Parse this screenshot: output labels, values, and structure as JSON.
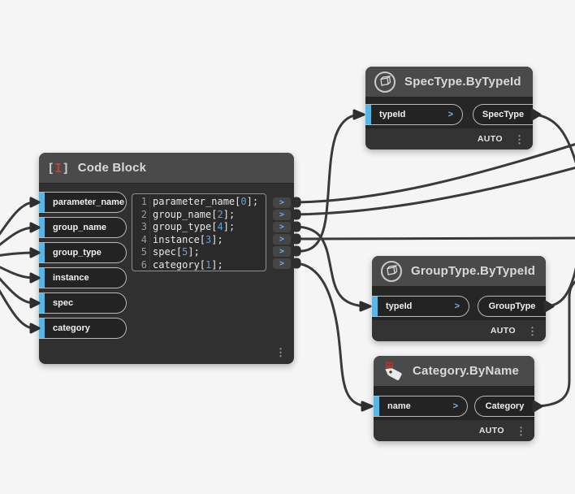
{
  "app": "Dynamo visual programming graph",
  "glyphs": {
    "chevron": ">",
    "menu_dots": "⋮"
  },
  "colors": {
    "canvas": "#f5f5f5",
    "wire": "#3a3a3a",
    "node_header": "#4a4a4a",
    "node_body": "#303030",
    "fn_node_body": "#262626",
    "node_footer": "#333333",
    "port_accent_blue": "#58b5e4",
    "code_index_blue": "#6b9bd2",
    "cursor_red": "#b5453c"
  },
  "code_block": {
    "title": "Code Block",
    "icon_open": "[",
    "icon_cursor": "I",
    "icon_close": "]",
    "inputs": [
      "parameter_name",
      "group_name",
      "group_type",
      "instance",
      "spec",
      "category"
    ],
    "code_lines": [
      {
        "num": "1",
        "text": "parameter_name[",
        "index": "0",
        "suffix": "];"
      },
      {
        "num": "2",
        "text": "group_name[",
        "index": "2",
        "suffix": "];"
      },
      {
        "num": "3",
        "text": "group_type[",
        "index": "4",
        "suffix": "];"
      },
      {
        "num": "4",
        "text": "instance[",
        "index": "3",
        "suffix": "];"
      },
      {
        "num": "5",
        "text": "spec[",
        "index": "5",
        "suffix": "];"
      },
      {
        "num": "6",
        "text": "category[",
        "index": "1",
        "suffix": "];"
      }
    ]
  },
  "nodes": {
    "spectype": {
      "title": "SpecType.ByTypeId",
      "input": "typeId",
      "output": "SpecType",
      "footer": "AUTO"
    },
    "grouptype": {
      "title": "GroupType.ByTypeId",
      "input": "typeId",
      "output": "GroupType",
      "footer": "AUTO"
    },
    "category": {
      "title": "Category.ByName",
      "input": "name",
      "output": "Category",
      "footer": "AUTO"
    }
  },
  "connections": [
    {
      "from": "offscreen-left",
      "to": "Code Block.parameter_name"
    },
    {
      "from": "offscreen-left",
      "to": "Code Block.group_name"
    },
    {
      "from": "offscreen-left",
      "to": "Code Block.group_type"
    },
    {
      "from": "offscreen-left",
      "to": "Code Block.instance"
    },
    {
      "from": "offscreen-left",
      "to": "Code Block.spec"
    },
    {
      "from": "offscreen-left",
      "to": "Code Block.category"
    },
    {
      "from": "Code Block.out1-parameter_name",
      "to": "offscreen-right"
    },
    {
      "from": "Code Block.out2-group_name",
      "to": "offscreen-right"
    },
    {
      "from": "Code Block.out3-group_type",
      "to": "GroupType.ByTypeId.typeId"
    },
    {
      "from": "Code Block.out4-instance",
      "to": "offscreen-right"
    },
    {
      "from": "Code Block.out5-spec",
      "to": "SpecType.ByTypeId.typeId"
    },
    {
      "from": "Code Block.out6-category",
      "to": "Category.ByName.name"
    },
    {
      "from": "SpecType.ByTypeId.SpecType",
      "to": "offscreen-right"
    },
    {
      "from": "GroupType.ByTypeId.GroupType",
      "to": "offscreen-right"
    },
    {
      "from": "Category.ByName.Category",
      "to": "offscreen-right"
    }
  ]
}
